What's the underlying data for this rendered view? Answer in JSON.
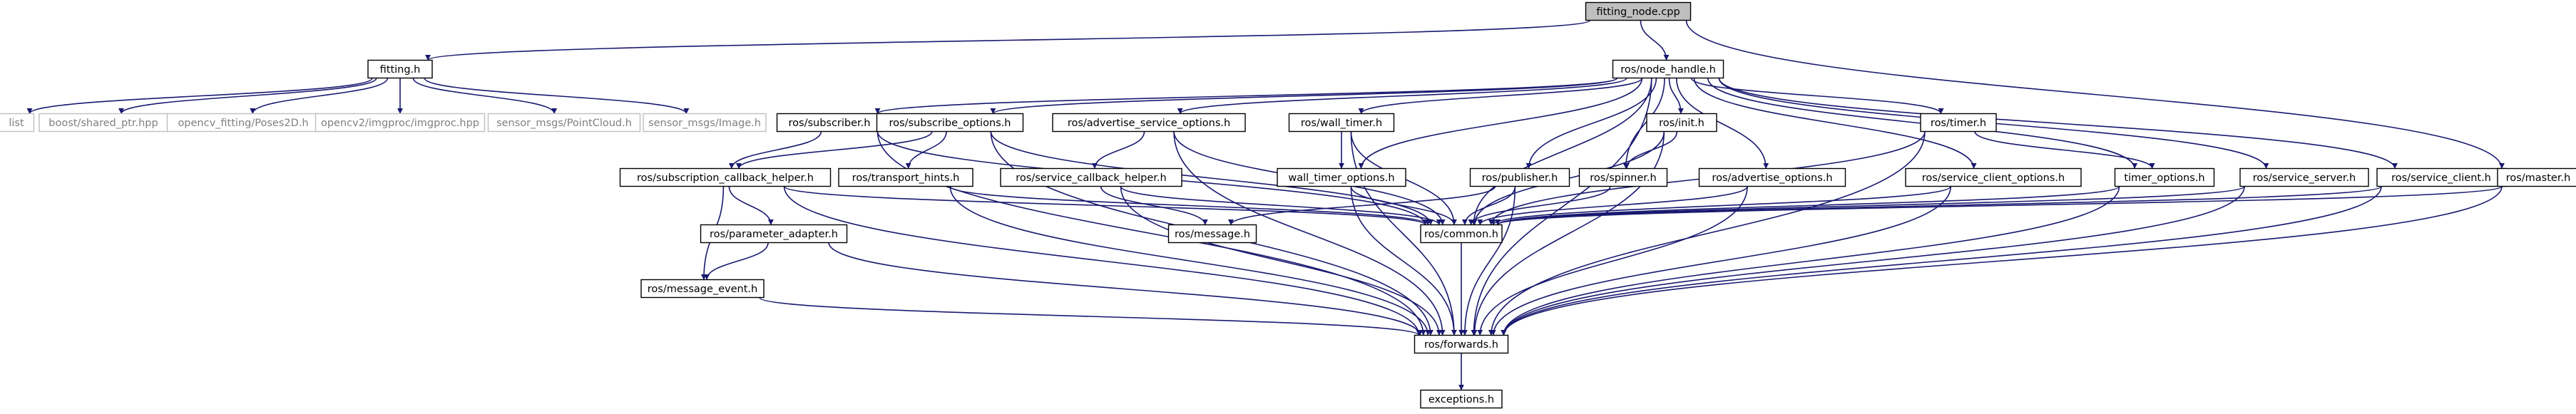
{
  "colors": {
    "edge": "#191970",
    "node_border": "#000000",
    "root_fill": "#bfbfbf",
    "node_fill": "#ffffff",
    "external_border": "#bfbfbf",
    "external_text": "#7f7f7f",
    "text": "#000000"
  },
  "nodes": [
    {
      "id": "fitting_node_cpp",
      "label": "fitting_node.cpp",
      "kind": "root"
    },
    {
      "id": "fitting_h",
      "label": "fitting.h",
      "kind": "file"
    },
    {
      "id": "node_handle_h",
      "label": "ros/node_handle.h",
      "kind": "file"
    },
    {
      "id": "list",
      "label": "list",
      "kind": "external"
    },
    {
      "id": "boost_shared_ptr",
      "label": "boost/shared_ptr.hpp",
      "kind": "external"
    },
    {
      "id": "opencv_fitting",
      "label": "opencv_fitting/Poses2D.h",
      "kind": "external"
    },
    {
      "id": "opencv2_imgproc",
      "label": "opencv2/imgproc/imgproc.hpp",
      "kind": "external"
    },
    {
      "id": "sensor_pointcloud",
      "label": "sensor_msgs/PointCloud.h",
      "kind": "external"
    },
    {
      "id": "sensor_image",
      "label": "sensor_msgs/Image.h",
      "kind": "external"
    },
    {
      "id": "subscriber_h",
      "label": "ros/subscriber.h",
      "kind": "file"
    },
    {
      "id": "subscribe_options_h",
      "label": "ros/subscribe_options.h",
      "kind": "file"
    },
    {
      "id": "advertise_service_options_h",
      "label": "ros/advertise_service_options.h",
      "kind": "file"
    },
    {
      "id": "wall_timer_h",
      "label": "ros/wall_timer.h",
      "kind": "file"
    },
    {
      "id": "init_h",
      "label": "ros/init.h",
      "kind": "file"
    },
    {
      "id": "timer_h",
      "label": "ros/timer.h",
      "kind": "file"
    },
    {
      "id": "subscription_callback_helper_h",
      "label": "ros/subscription_callback_helper.h",
      "kind": "file"
    },
    {
      "id": "transport_hints_h",
      "label": "ros/transport_hints.h",
      "kind": "file"
    },
    {
      "id": "service_callback_helper_h",
      "label": "ros/service_callback_helper.h",
      "kind": "file"
    },
    {
      "id": "wall_timer_options_h",
      "label": "wall_timer_options.h",
      "kind": "file"
    },
    {
      "id": "publisher_h",
      "label": "ros/publisher.h",
      "kind": "file"
    },
    {
      "id": "spinner_h",
      "label": "ros/spinner.h",
      "kind": "file"
    },
    {
      "id": "advertise_options_h",
      "label": "ros/advertise_options.h",
      "kind": "file"
    },
    {
      "id": "service_client_options_h",
      "label": "ros/service_client_options.h",
      "kind": "file"
    },
    {
      "id": "timer_options_h",
      "label": "timer_options.h",
      "kind": "file"
    },
    {
      "id": "service_server_h",
      "label": "ros/service_server.h",
      "kind": "file"
    },
    {
      "id": "service_client_h",
      "label": "ros/service_client.h",
      "kind": "file"
    },
    {
      "id": "master_h",
      "label": "ros/master.h",
      "kind": "file"
    },
    {
      "id": "parameter_adapter_h",
      "label": "ros/parameter_adapter.h",
      "kind": "file"
    },
    {
      "id": "message_h",
      "label": "ros/message.h",
      "kind": "file"
    },
    {
      "id": "common_h",
      "label": "ros/common.h",
      "kind": "file"
    },
    {
      "id": "message_event_h",
      "label": "ros/message_event.h",
      "kind": "file"
    },
    {
      "id": "forwards_h",
      "label": "ros/forwards.h",
      "kind": "file"
    },
    {
      "id": "exceptions_h",
      "label": "exceptions.h",
      "kind": "file"
    }
  ],
  "edges": [
    [
      "fitting_node_cpp",
      "fitting_h"
    ],
    [
      "fitting_node_cpp",
      "node_handle_h"
    ],
    [
      "fitting_node_cpp",
      "master_h"
    ],
    [
      "fitting_h",
      "list"
    ],
    [
      "fitting_h",
      "boost_shared_ptr"
    ],
    [
      "fitting_h",
      "opencv_fitting"
    ],
    [
      "fitting_h",
      "opencv2_imgproc"
    ],
    [
      "fitting_h",
      "sensor_pointcloud"
    ],
    [
      "fitting_h",
      "sensor_image"
    ],
    [
      "node_handle_h",
      "subscriber_h"
    ],
    [
      "node_handle_h",
      "subscribe_options_h"
    ],
    [
      "node_handle_h",
      "advertise_service_options_h"
    ],
    [
      "node_handle_h",
      "wall_timer_h"
    ],
    [
      "node_handle_h",
      "wall_timer_options_h"
    ],
    [
      "node_handle_h",
      "init_h"
    ],
    [
      "node_handle_h",
      "timer_h"
    ],
    [
      "node_handle_h",
      "publisher_h"
    ],
    [
      "node_handle_h",
      "spinner_h"
    ],
    [
      "node_handle_h",
      "advertise_options_h"
    ],
    [
      "node_handle_h",
      "service_client_options_h"
    ],
    [
      "node_handle_h",
      "timer_options_h"
    ],
    [
      "node_handle_h",
      "service_server_h"
    ],
    [
      "node_handle_h",
      "service_client_h"
    ],
    [
      "node_handle_h",
      "common_h"
    ],
    [
      "node_handle_h",
      "forwards_h"
    ],
    [
      "subscriber_h",
      "subscription_callback_helper_h"
    ],
    [
      "subscriber_h",
      "common_h"
    ],
    [
      "subscriber_h",
      "forwards_h"
    ],
    [
      "subscribe_options_h",
      "subscription_callback_helper_h"
    ],
    [
      "subscribe_options_h",
      "transport_hints_h"
    ],
    [
      "subscribe_options_h",
      "common_h"
    ],
    [
      "subscribe_options_h",
      "forwards_h"
    ],
    [
      "advertise_service_options_h",
      "service_callback_helper_h"
    ],
    [
      "advertise_service_options_h",
      "common_h"
    ],
    [
      "advertise_service_options_h",
      "forwards_h"
    ],
    [
      "wall_timer_h",
      "wall_timer_options_h"
    ],
    [
      "wall_timer_h",
      "common_h"
    ],
    [
      "wall_timer_h",
      "forwards_h"
    ],
    [
      "init_h",
      "spinner_h"
    ],
    [
      "init_h",
      "common_h"
    ],
    [
      "init_h",
      "forwards_h"
    ],
    [
      "timer_h",
      "timer_options_h"
    ],
    [
      "timer_h",
      "common_h"
    ],
    [
      "timer_h",
      "forwards_h"
    ],
    [
      "subscription_callback_helper_h",
      "parameter_adapter_h"
    ],
    [
      "subscription_callback_helper_h",
      "message_event_h"
    ],
    [
      "subscription_callback_helper_h",
      "common_h"
    ],
    [
      "subscription_callback_helper_h",
      "forwards_h"
    ],
    [
      "parameter_adapter_h",
      "message_event_h"
    ],
    [
      "parameter_adapter_h",
      "forwards_h"
    ],
    [
      "message_event_h",
      "forwards_h"
    ],
    [
      "transport_hints_h",
      "common_h"
    ],
    [
      "transport_hints_h",
      "forwards_h"
    ],
    [
      "service_callback_helper_h",
      "message_h"
    ],
    [
      "service_callback_helper_h",
      "common_h"
    ],
    [
      "service_callback_helper_h",
      "forwards_h"
    ],
    [
      "wall_timer_options_h",
      "common_h"
    ],
    [
      "wall_timer_options_h",
      "forwards_h"
    ],
    [
      "publisher_h",
      "message_h"
    ],
    [
      "publisher_h",
      "common_h"
    ],
    [
      "publisher_h",
      "forwards_h"
    ],
    [
      "spinner_h",
      "common_h"
    ],
    [
      "advertise_options_h",
      "common_h"
    ],
    [
      "advertise_options_h",
      "forwards_h"
    ],
    [
      "service_client_options_h",
      "common_h"
    ],
    [
      "service_client_options_h",
      "forwards_h"
    ],
    [
      "timer_options_h",
      "common_h"
    ],
    [
      "timer_options_h",
      "forwards_h"
    ],
    [
      "service_server_h",
      "common_h"
    ],
    [
      "service_server_h",
      "forwards_h"
    ],
    [
      "service_client_h",
      "common_h"
    ],
    [
      "service_client_h",
      "forwards_h"
    ],
    [
      "master_h",
      "common_h"
    ],
    [
      "master_h",
      "forwards_h"
    ],
    [
      "common_h",
      "forwards_h"
    ],
    [
      "forwards_h",
      "exceptions_h"
    ]
  ]
}
